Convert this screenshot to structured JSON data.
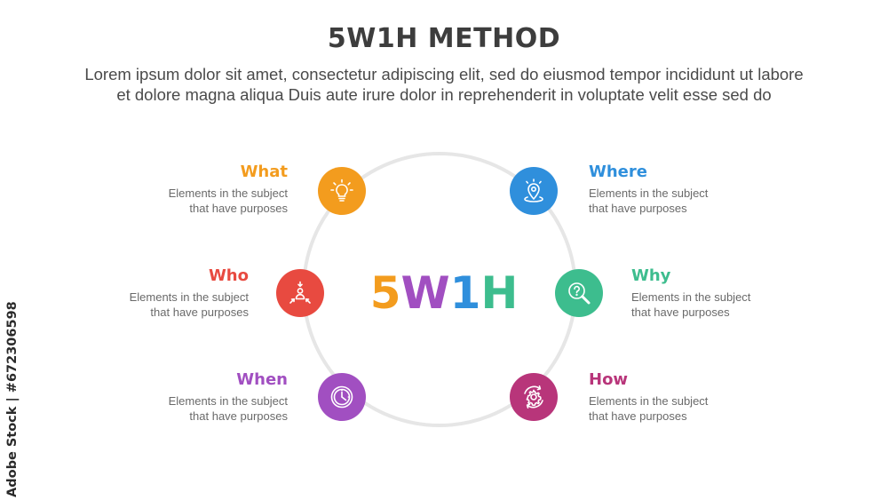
{
  "title": "5W1H METHOD",
  "subtitle_line1": "Lorem ipsum dolor sit amet, consectetur adipiscing elit, sed do eiusmod tempor incididunt ut labore",
  "subtitle_line2": "et dolore magna aliqua Duis aute irure dolor in reprehenderit in voluptate velit esse sed do",
  "center": {
    "letters": [
      {
        "char": "5",
        "color": "#f39c1e"
      },
      {
        "char": "W",
        "color": "#a14fc1"
      },
      {
        "char": "1",
        "color": "#2f8fdc"
      },
      {
        "char": "H",
        "color": "#3dbd8e"
      }
    ]
  },
  "items": {
    "what": {
      "title": "What",
      "line1": "Elements in the subject",
      "line2": "that have purposes",
      "color": "#f39c1e",
      "icon": "lightbulb-icon"
    },
    "where": {
      "title": "Where",
      "line1": "Elements in the subject",
      "line2": "that have purposes",
      "color": "#2f8fdc",
      "icon": "location-pin-icon"
    },
    "who": {
      "title": "Who",
      "line1": "Elements in the subject",
      "line2": "that have purposes",
      "color": "#e84a40",
      "icon": "person-focus-icon"
    },
    "why": {
      "title": "Why",
      "line1": "Elements in the subject",
      "line2": "that have purposes",
      "color": "#3dbd8e",
      "icon": "question-magnifier-icon"
    },
    "when": {
      "title": "When",
      "line1": "Elements in the subject",
      "line2": "that have purposes",
      "color": "#a14fc1",
      "icon": "clock-icon"
    },
    "how": {
      "title": "How",
      "line1": "Elements in the subject",
      "line2": "that have purposes",
      "color": "#b8357a",
      "icon": "gear-cycle-icon"
    }
  },
  "watermark": "Adobe Stock | #672306598"
}
